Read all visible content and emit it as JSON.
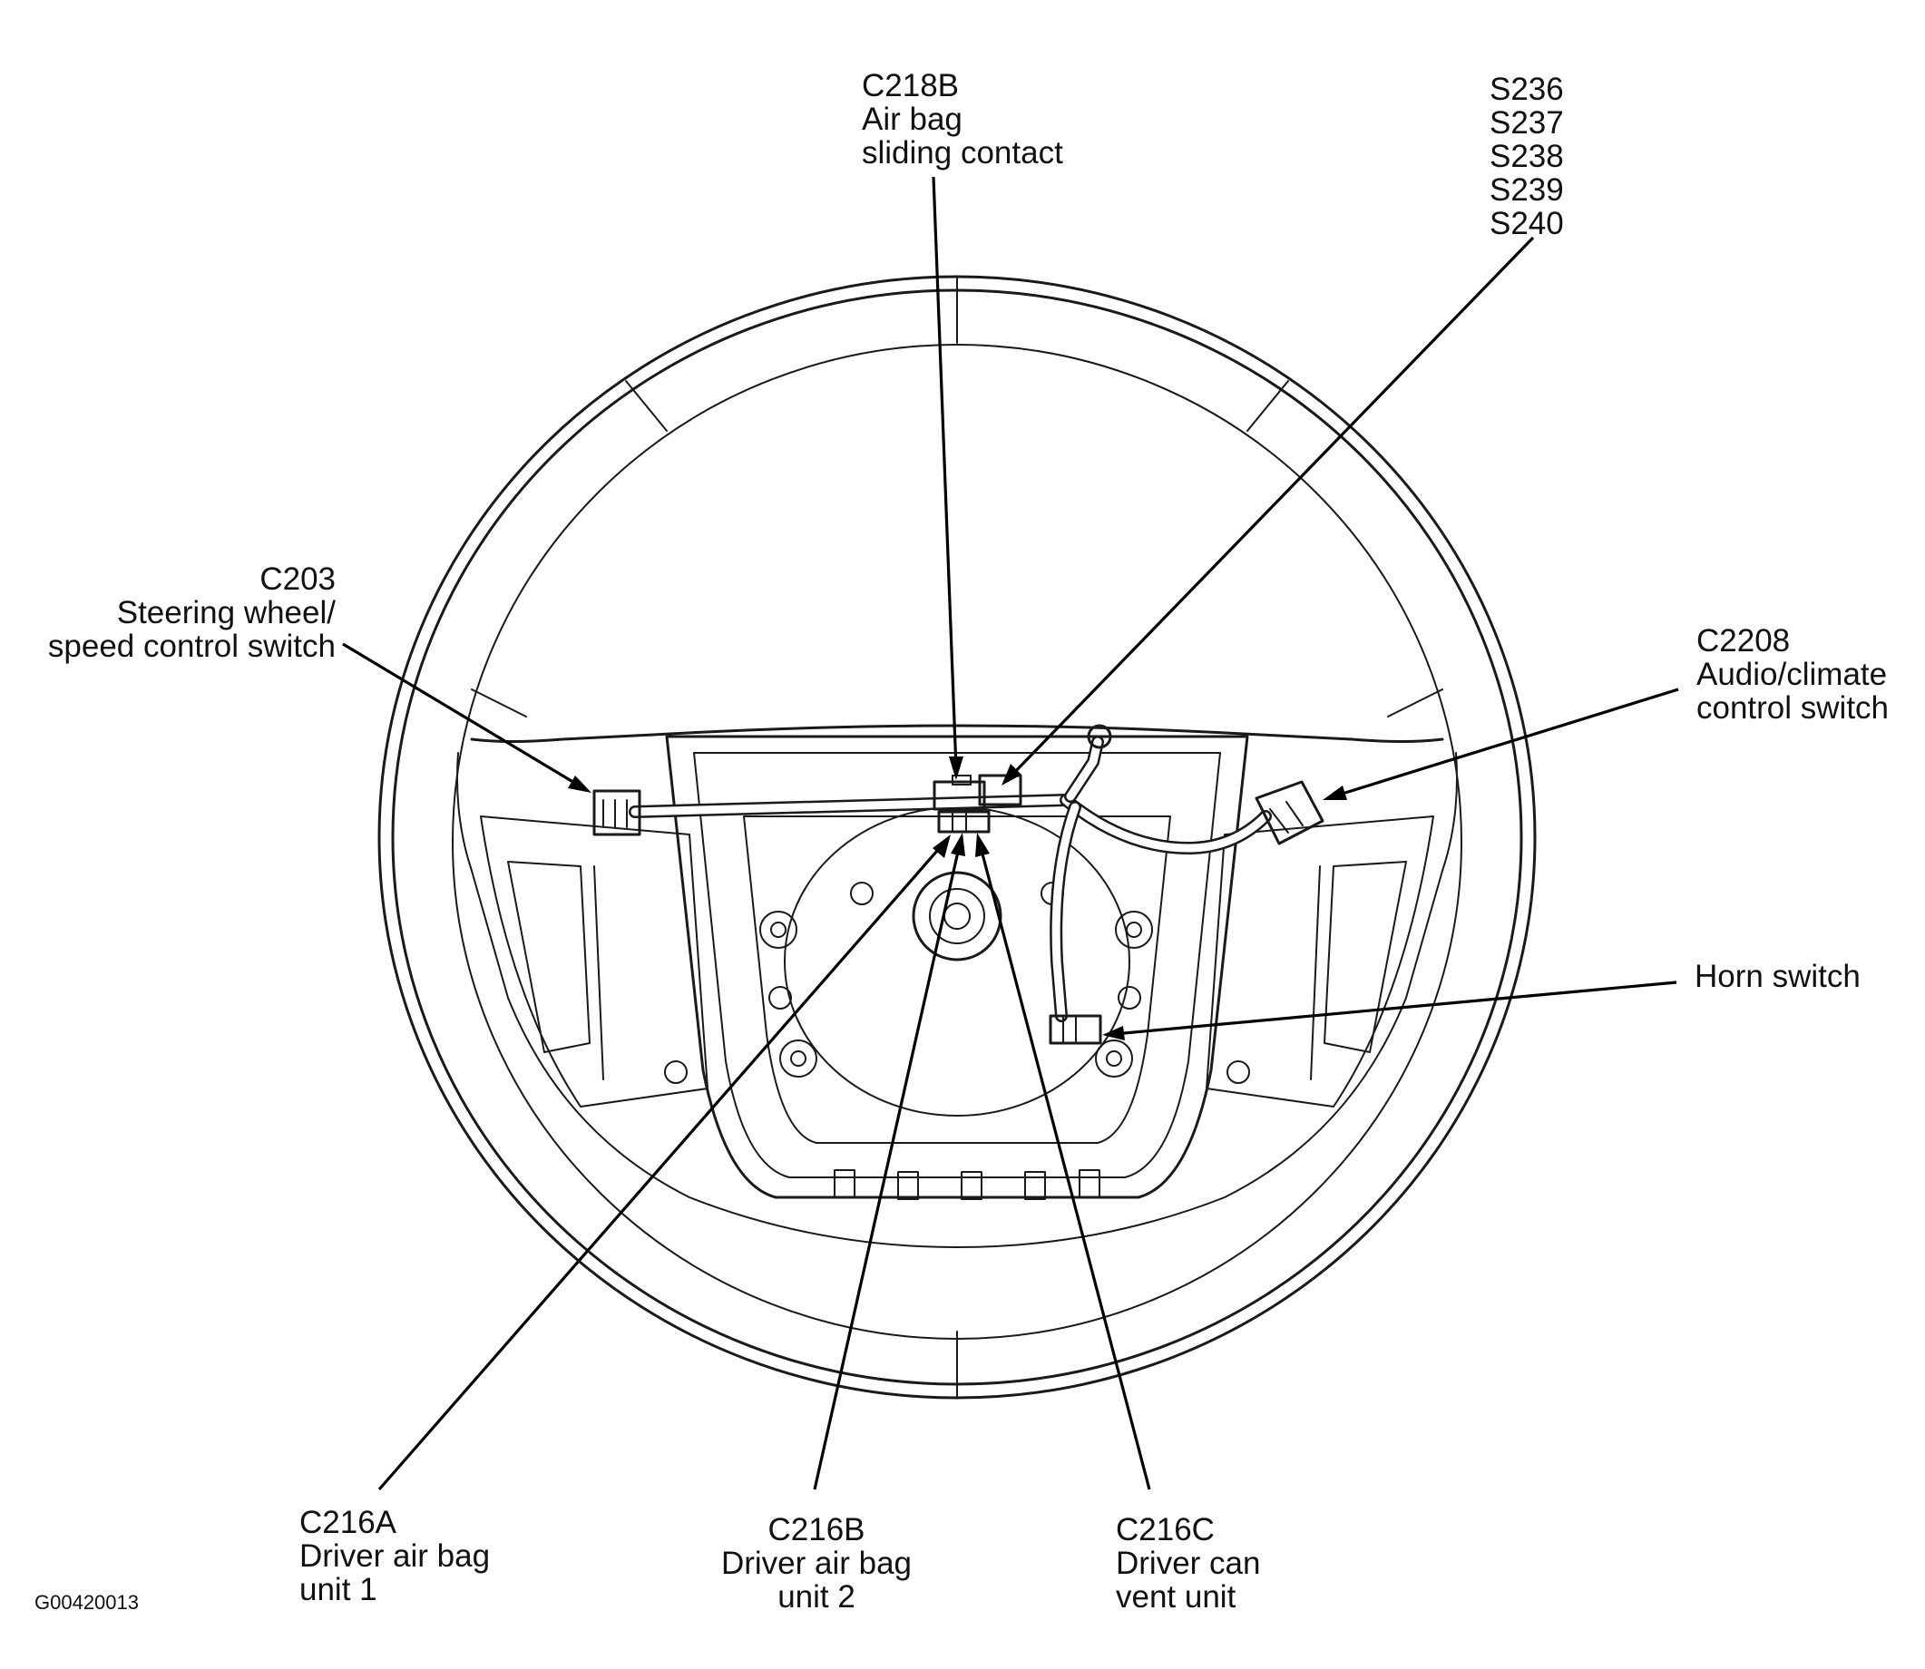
{
  "figure_id": "G00420013",
  "labels": {
    "c218b": {
      "code": "C218B",
      "desc_1": "Air bag",
      "desc_2": "sliding contact"
    },
    "splices": {
      "s1": "S236",
      "s2": "S237",
      "s3": "S238",
      "s4": "S239",
      "s5": "S240"
    },
    "c203": {
      "code": "C203",
      "desc_1": "Steering wheel/",
      "desc_2": "speed control switch"
    },
    "c2208": {
      "code": "C2208",
      "desc_1": "Audio/climate",
      "desc_2": "control switch"
    },
    "horn": {
      "desc": "Horn switch"
    },
    "c216a": {
      "code": "C216A",
      "desc_1": "Driver air bag",
      "desc_2": "unit 1"
    },
    "c216b": {
      "code": "C216B",
      "desc_1": "Driver air bag",
      "desc_2": "unit 2"
    },
    "c216c": {
      "code": "C216C",
      "desc_1": "Driver can",
      "desc_2": "vent unit"
    }
  }
}
